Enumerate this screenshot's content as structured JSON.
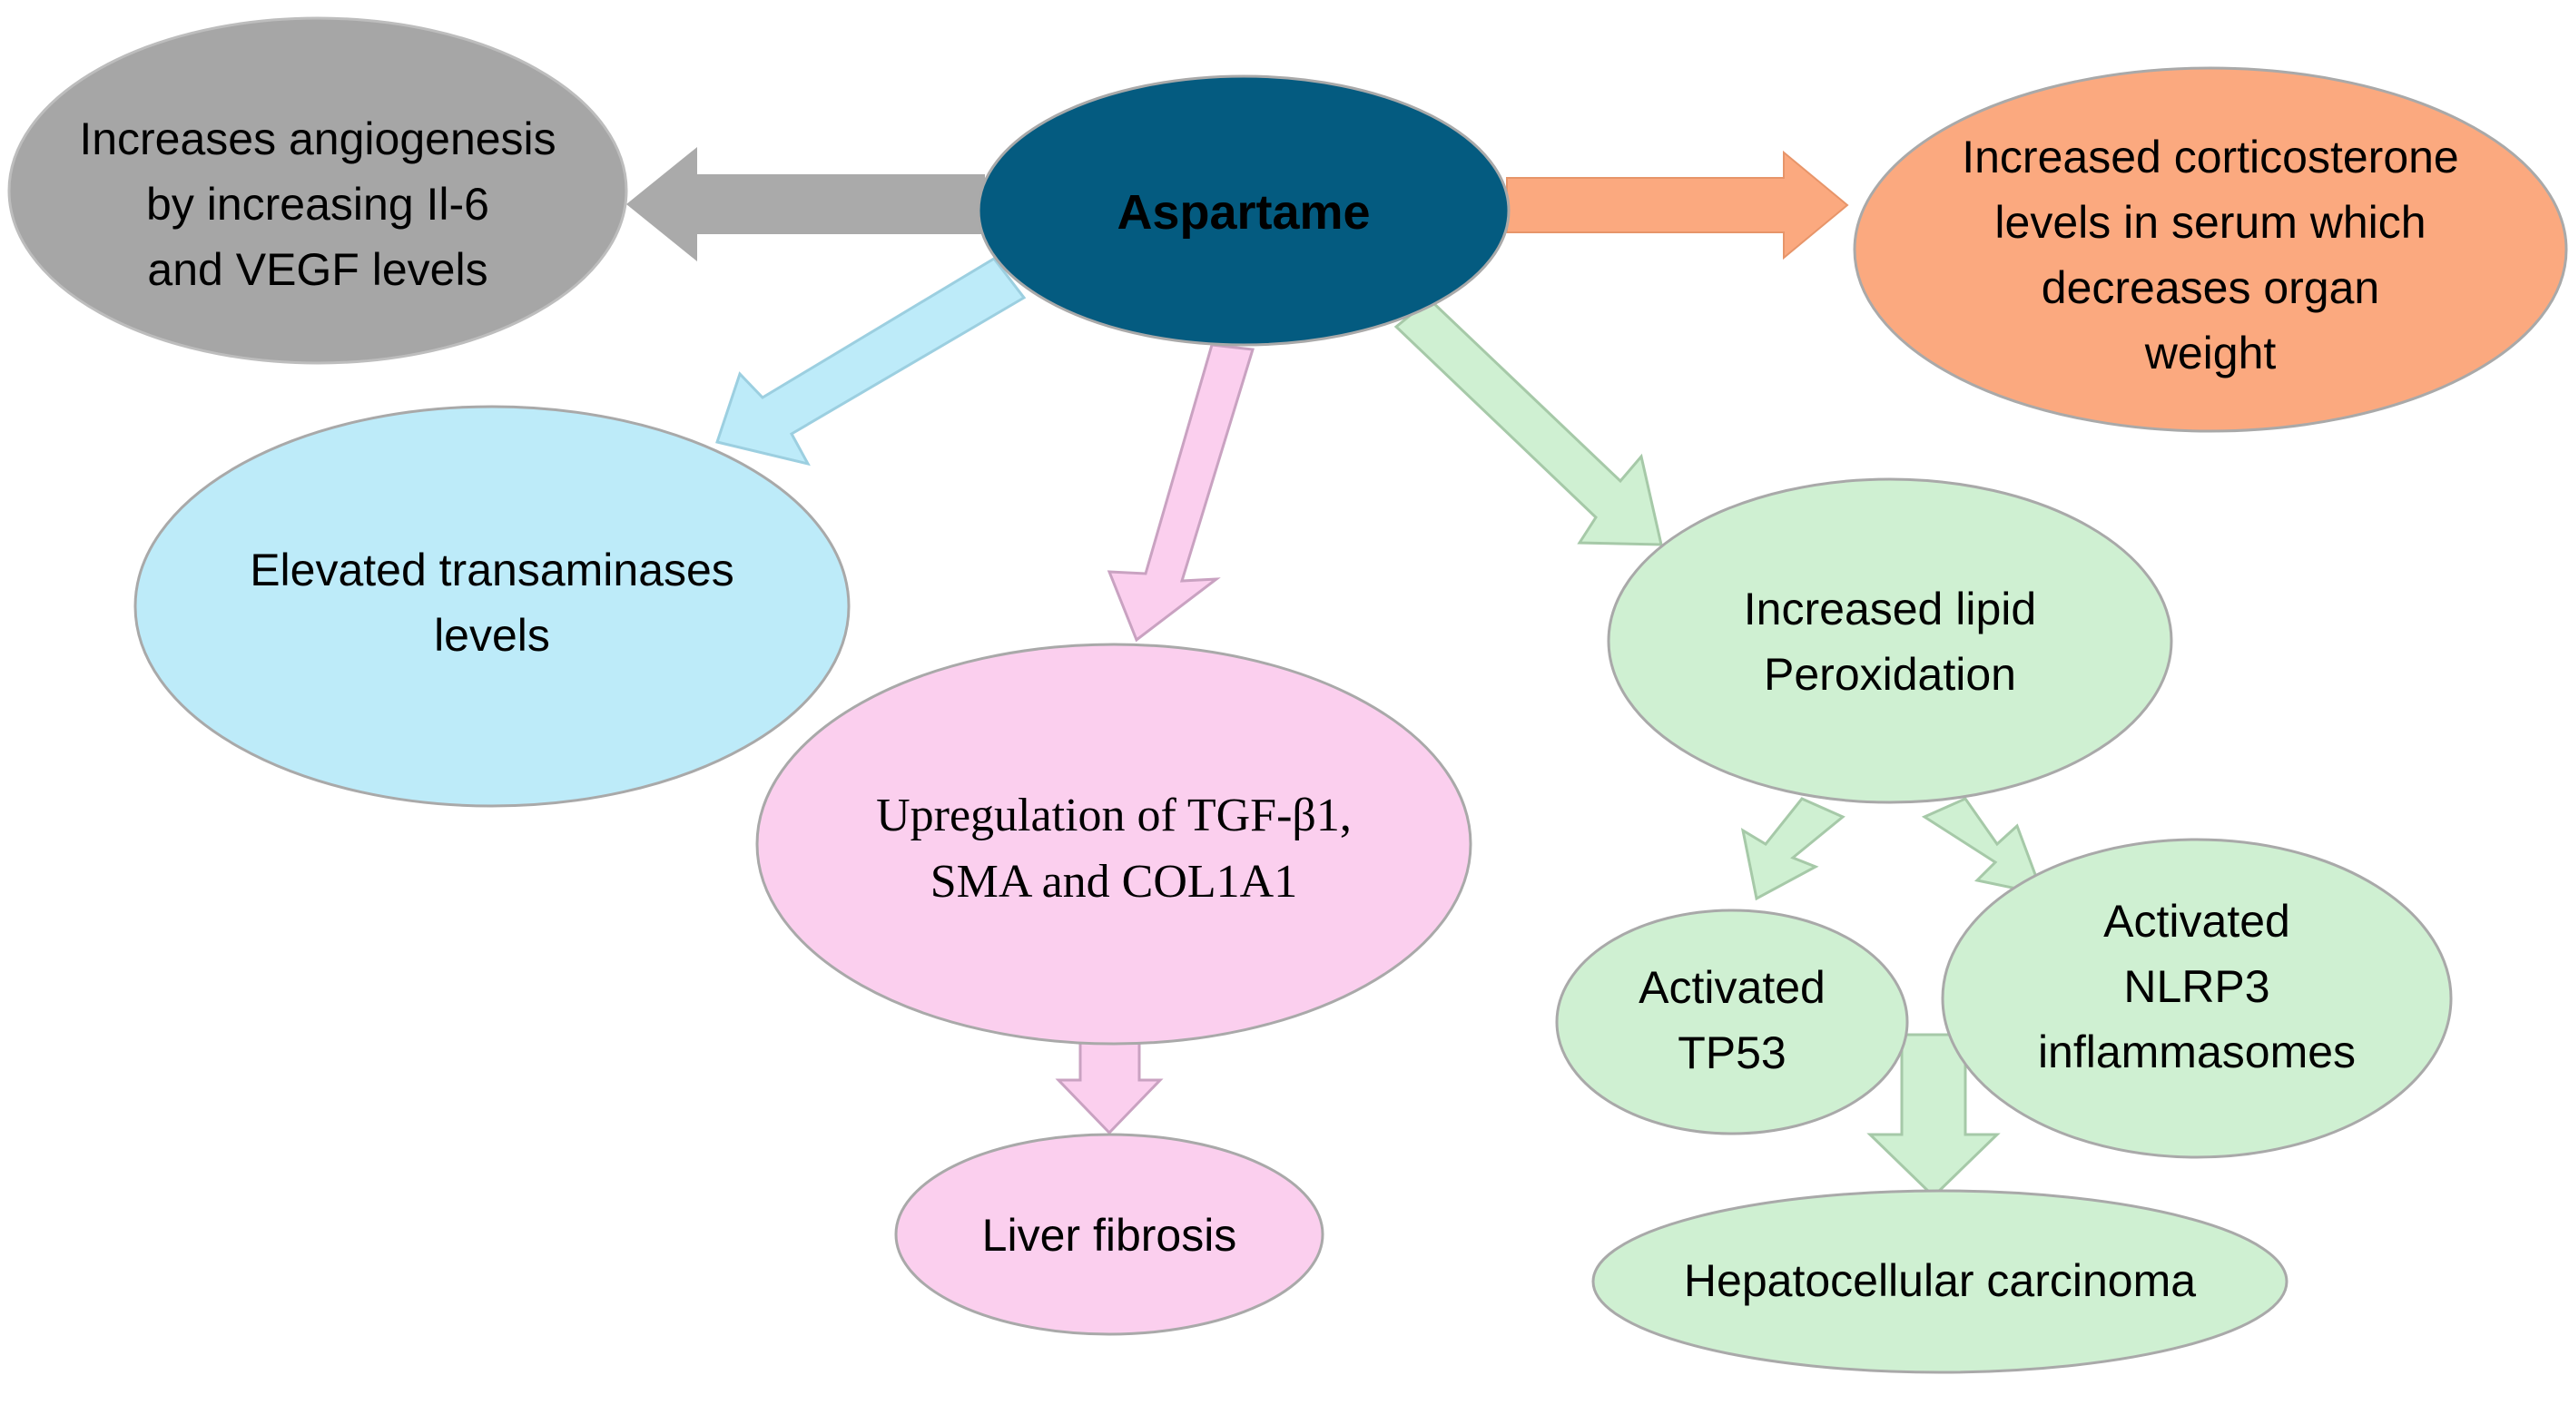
{
  "colors": {
    "center_fill": "#045b80",
    "gray_fill": "#a6a6a6",
    "gray_arrow": "#aaaaaa",
    "orange_fill": "#fba97f",
    "blue_fill": "#bdebf9",
    "pink_fill": "#fbcfee",
    "green_fill": "#cff0d2",
    "node_stroke": "#a9a9a9"
  },
  "nodes": {
    "center": {
      "line1": "Aspartame"
    },
    "angiogenesis": {
      "line1": "Increases angiogenesis",
      "line2": "by increasing  Il-6",
      "line3": "and VEGF levels"
    },
    "corticosterone": {
      "line1": "Increased corticosterone",
      "line2": "levels in serum which",
      "line3": "decreases organ",
      "line4": "weight"
    },
    "transaminases": {
      "line1": "Elevated transaminases",
      "line2": "levels"
    },
    "tgf": {
      "line1": "Upregulation of TGF-β1,",
      "line2": "SMA and COL1A1"
    },
    "lipid": {
      "line1": "Increased lipid",
      "line2": "Peroxidation"
    },
    "tp53": {
      "line1": "Activated",
      "line2": "TP53"
    },
    "nlrp3": {
      "line1": "Activated",
      "line2": "NLRP3",
      "line3": "inflammasomes"
    },
    "fibrosis": {
      "line1": "Liver fibrosis"
    },
    "hcc": {
      "line1": "Hepatocellular carcinoma"
    }
  }
}
